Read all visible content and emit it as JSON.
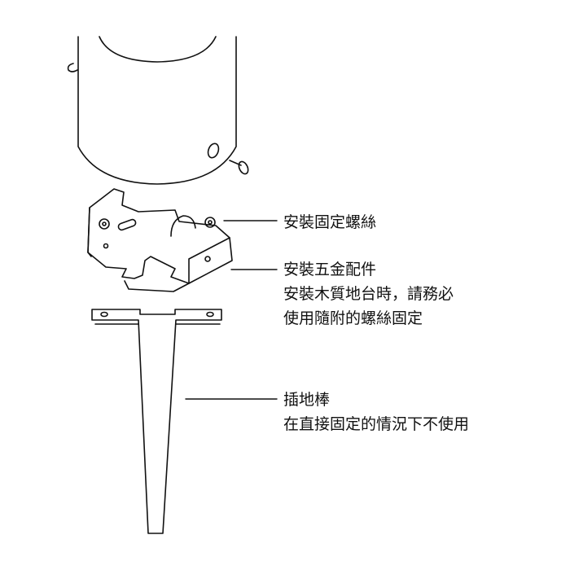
{
  "labels": {
    "screws": "安裝固定螺絲",
    "bracket_title": "安裝五金配件",
    "bracket_note_line1": "安裝木質地台時，請務必",
    "bracket_note_line2": "使用隨附的螺絲固定",
    "stake_title": "插地棒",
    "stake_note": "在直接固定的情況下不使用"
  },
  "colors": {
    "line": "#111111",
    "background": "#ffffff"
  }
}
